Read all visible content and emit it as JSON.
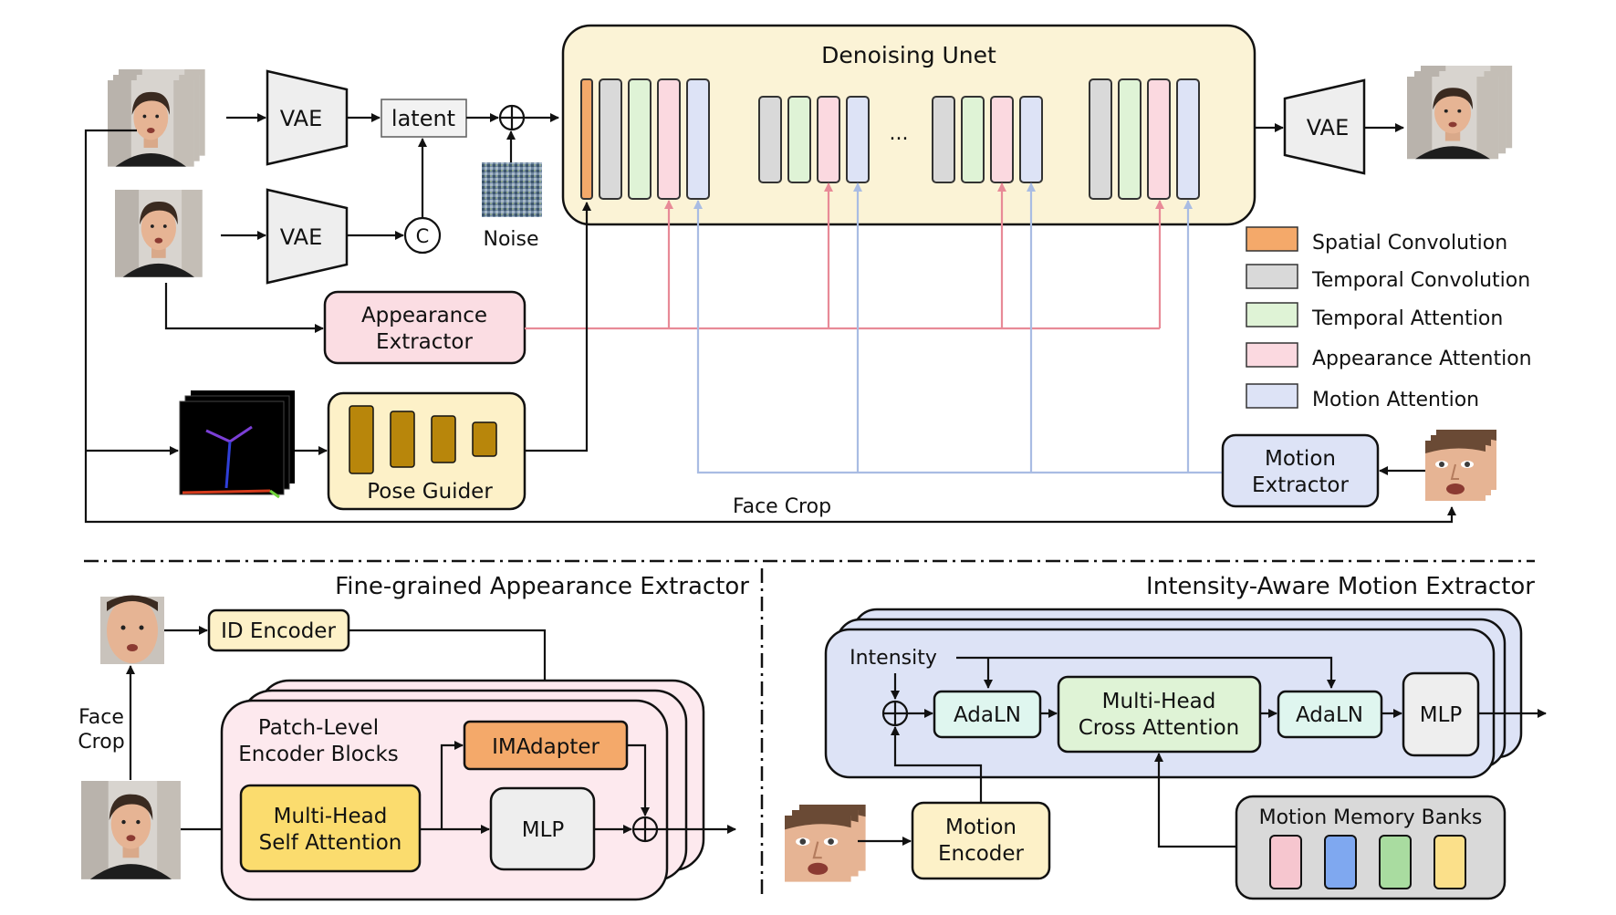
{
  "top": {
    "vae": "VAE",
    "latent": "latent",
    "concat": "C",
    "noise": "Noise",
    "unet_title": "Denoising Unet",
    "ellipsis": "...",
    "appearance_extractor": [
      "Appearance",
      "Extractor"
    ],
    "pose_guider": "Pose Guider",
    "motion_extractor": [
      "Motion",
      "Extractor"
    ],
    "face_crop": "Face Crop"
  },
  "legend": [
    {
      "label": "Spatial Convolution",
      "color": "#f4a96a"
    },
    {
      "label": "Temporal Convolution",
      "color": "#d9d9d9"
    },
    {
      "label": "Temporal Attention",
      "color": "#dff3d6"
    },
    {
      "label": "Appearance Attention",
      "color": "#fbd9e0"
    },
    {
      "label": "Motion Attention",
      "color": "#dde3f6"
    }
  ],
  "appearance_panel": {
    "title": "Fine-grained Appearance Extractor",
    "id_encoder": "ID Encoder",
    "face_crop": [
      "Face",
      "Crop"
    ],
    "patch_blocks": [
      "Patch-Level",
      "Encoder Blocks"
    ],
    "imadapter": "IMAdapter",
    "self_attention": [
      "Multi-Head",
      "Self Attention"
    ],
    "mlp": "MLP"
  },
  "motion_panel": {
    "title": "Intensity-Aware Motion Extractor",
    "intensity": "Intensity",
    "adaln": "AdaLN",
    "cross_attention": [
      "Multi-Head",
      "Cross Attention"
    ],
    "mlp": "MLP",
    "motion_encoder": [
      "Motion",
      "Encoder"
    ],
    "memory_banks": "Motion Memory Banks",
    "bank_colors": [
      "#f6c6cf",
      "#7fa8f0",
      "#a9dca0",
      "#fbe08a"
    ]
  },
  "colors": {
    "unet_bg": "#fbf3d6",
    "appearance_bg": "#fbdde3",
    "pose_bg": "#fdf1c8",
    "pose_block": "#b8860b",
    "motion_bg": "#dde3f6",
    "imadapter": "#f4a96a",
    "self_attention": "#fbdc6e",
    "aqua": "#dff6ef",
    "green": "#dff3d6",
    "grey": "#eeeeee",
    "panel_pink": "#fde9ee",
    "panel_blue": "#dde3f6",
    "cross_line_pink": "#e88a97",
    "cross_line_blue": "#a9bce3"
  },
  "icons": [
    "face-photo-icon",
    "noise-image-icon",
    "pose-skeleton-icon",
    "face-crop-icon",
    "vae-trapezoid-icon",
    "sum-circle-icon"
  ]
}
